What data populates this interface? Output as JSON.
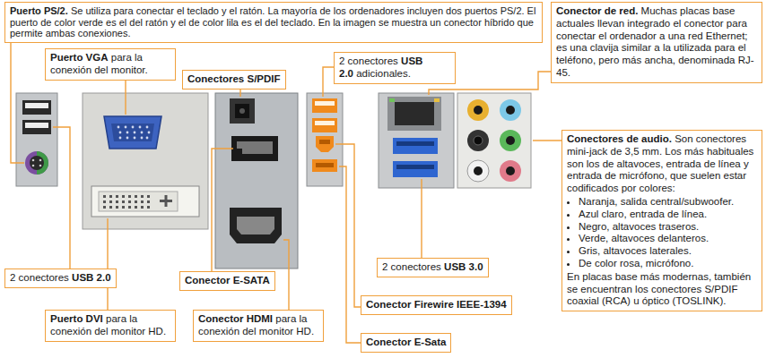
{
  "diagram": {
    "nodes": [
      {
        "text": [
          "Puerto PS/2.",
          "Se utiliza para conectar el teclado y el ratón. La mayoría de los ordenadores incluyen dos puertos PS/2. El puerto de color verde es el del ratón y el de color lila es el del teclado. En la imagen se muestra un conector híbrido que permite ambas conexiones."
        ]
      },
      {
        "text": [
          "Conector de red.",
          "Muchas placas base actuales llevan integrado el conector para conectar el ordenador a una red Ethernet; es una clavija similar a la utilizada para el teléfono, pero más ancha, denominada RJ-45."
        ]
      },
      {
        "text": [
          "Puerto VGA",
          "para la conexión del monitor."
        ]
      },
      {
        "text": [
          "Conectores S/PDIF"
        ]
      },
      {
        "text": [
          "2 conectores",
          "USB 2.0",
          "adicionales."
        ]
      },
      {
        "text": [
          "Conectores de audio.",
          "Son conectores mini-jack de 3,5 mm. Los más habituales son los de altavoces, entrada de línea y entrada de micrófono, que suelen estar codificados por colores:",
          "Naranja, salida central/subwoofer.",
          "Azul claro, entrada de línea.",
          "Negro, altavoces traseros.",
          "Verde, altavoces delanteros.",
          "Gris, altavoces laterales.",
          "De color rosa, micrófono.",
          "En placas base más modernas, también se encuentran los conectores S/PDIF coaxial (RCA) u óptico (TOSLINK)."
        ]
      },
      {
        "text": [
          "2 conectores",
          "USB 2.0"
        ]
      },
      {
        "text": [
          "Conector E-SATA"
        ]
      },
      {
        "text": [
          "2 conectores",
          "USB 3.0"
        ]
      },
      {
        "text": [
          "Conector Firewire IEEE-1394"
        ]
      },
      {
        "text": [
          "Puerto DVI",
          "para la conexión del monitor HD."
        ]
      },
      {
        "text": [
          "Conector HDMI",
          "para la conexión del monitor HD."
        ]
      },
      {
        "text": [
          "Conector E-Sata"
        ]
      }
    ]
  }
}
